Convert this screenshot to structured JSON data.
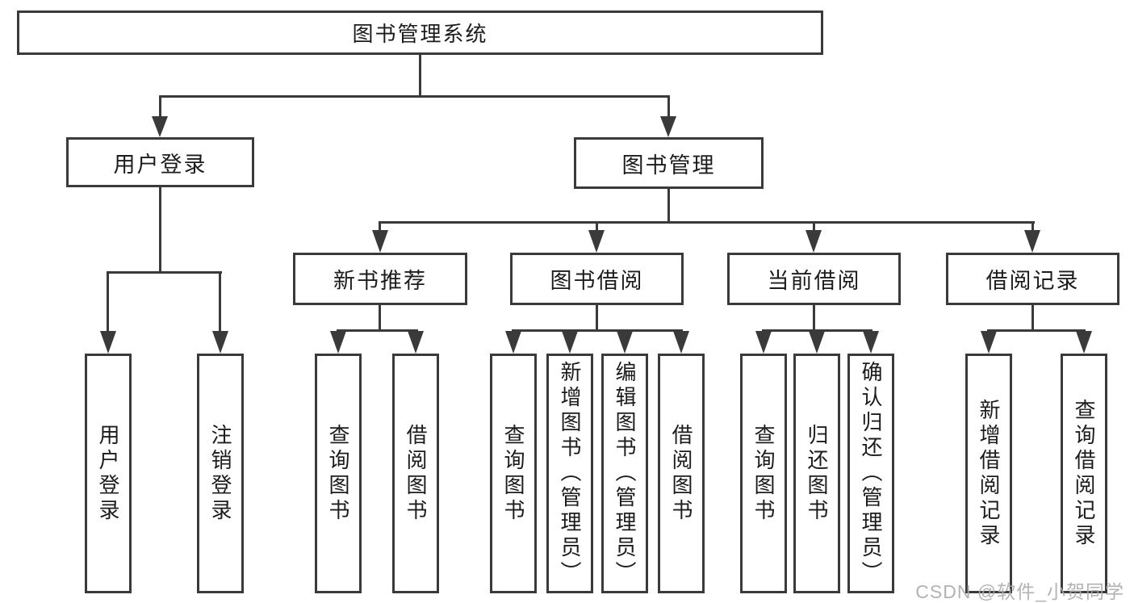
{
  "page": {
    "background": "#ffffff"
  },
  "colors": {
    "line": "#3a3a3a",
    "text": "#1c1c1c",
    "watermark": "#ababab"
  },
  "watermark": {
    "text": "CSDN @软件_小贺同学"
  },
  "tree": {
    "root": {
      "label": "图书管理系统"
    },
    "branches": [
      {
        "label": "用户登录",
        "children": [
          {
            "label": "用户登录"
          },
          {
            "label": "注销登录"
          }
        ]
      },
      {
        "label": "图书管理",
        "groups": [
          {
            "label": "新书推荐",
            "children": [
              {
                "label": "查询图书"
              },
              {
                "label": "借阅图书"
              }
            ]
          },
          {
            "label": "图书借阅",
            "children": [
              {
                "label": "查询图书"
              },
              {
                "label": "新增图书（管理员）"
              },
              {
                "label": "编辑图书（管理员）"
              },
              {
                "label": "借阅图书"
              }
            ]
          },
          {
            "label": "当前借阅",
            "children": [
              {
                "label": "查询图书"
              },
              {
                "label": "归还图书"
              },
              {
                "label": "确认归还（管理员）"
              }
            ]
          },
          {
            "label": "借阅记录",
            "children": [
              {
                "label": "新增借阅记录"
              },
              {
                "label": "查询借阅记录"
              }
            ]
          }
        ]
      }
    ]
  }
}
